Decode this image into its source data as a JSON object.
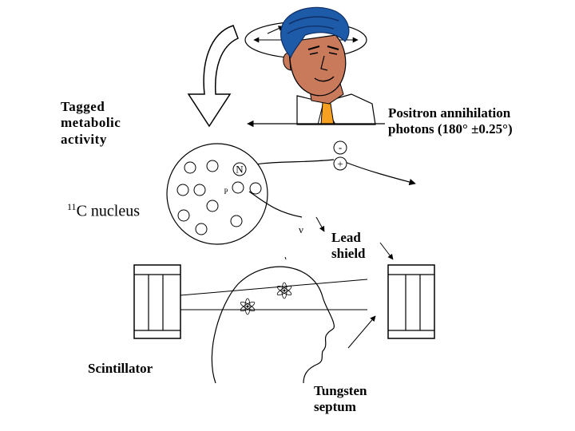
{
  "labels": {
    "tagged": [
      "Tagged",
      "metabolic",
      "activity"
    ],
    "nucleus_mass": "11",
    "nucleus_text": "C nucleus",
    "positron_line1": "Positron annihilation",
    "positron_line2": "photons (180° ±0.25°)",
    "lead": [
      "Lead",
      "shield"
    ],
    "scintillator": "Scintillator",
    "tungsten": [
      "Tungsten",
      "septum"
    ],
    "neutron_symbol": "N",
    "proton_symbol": "P",
    "electron_symbol": "-",
    "positron_symbol": "+",
    "neutrino_symbol": "ν"
  },
  "colors": {
    "skin": "#c87a5a",
    "hair": "#1d5aa8",
    "hair_dark": "#0f2f66",
    "shirt": "#ffffff",
    "tie": "#f5a020",
    "line": "#000000"
  },
  "icons": {
    "head": "person-head-icon",
    "atom": "atom-icon",
    "arrow": "curved-arrow-icon"
  }
}
